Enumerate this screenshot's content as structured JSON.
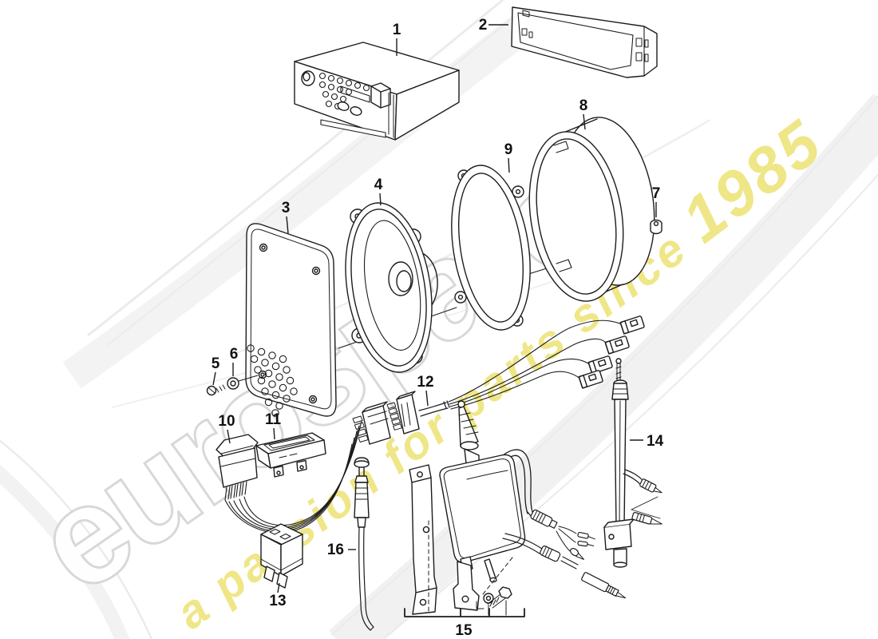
{
  "watermark": {
    "brand": "eurospares",
    "tagline_text": "a passion for parts since ",
    "tagline_year": "1985",
    "brand_outline_color": "#d6d6d6",
    "swoosh_color": "#ebebeb",
    "tagline_color": "#ece06a"
  },
  "colors": {
    "line": "#1c1c1c",
    "label": "#111111",
    "background": "#ffffff"
  },
  "parts": [
    {
      "number": "1"
    },
    {
      "number": "2"
    },
    {
      "number": "3"
    },
    {
      "number": "4"
    },
    {
      "number": "5"
    },
    {
      "number": "6"
    },
    {
      "number": "7"
    },
    {
      "number": "8"
    },
    {
      "number": "9"
    },
    {
      "number": "10"
    },
    {
      "number": "11"
    },
    {
      "number": "12"
    },
    {
      "number": "13"
    },
    {
      "number": "14"
    },
    {
      "number": "15"
    },
    {
      "number": "16"
    }
  ]
}
